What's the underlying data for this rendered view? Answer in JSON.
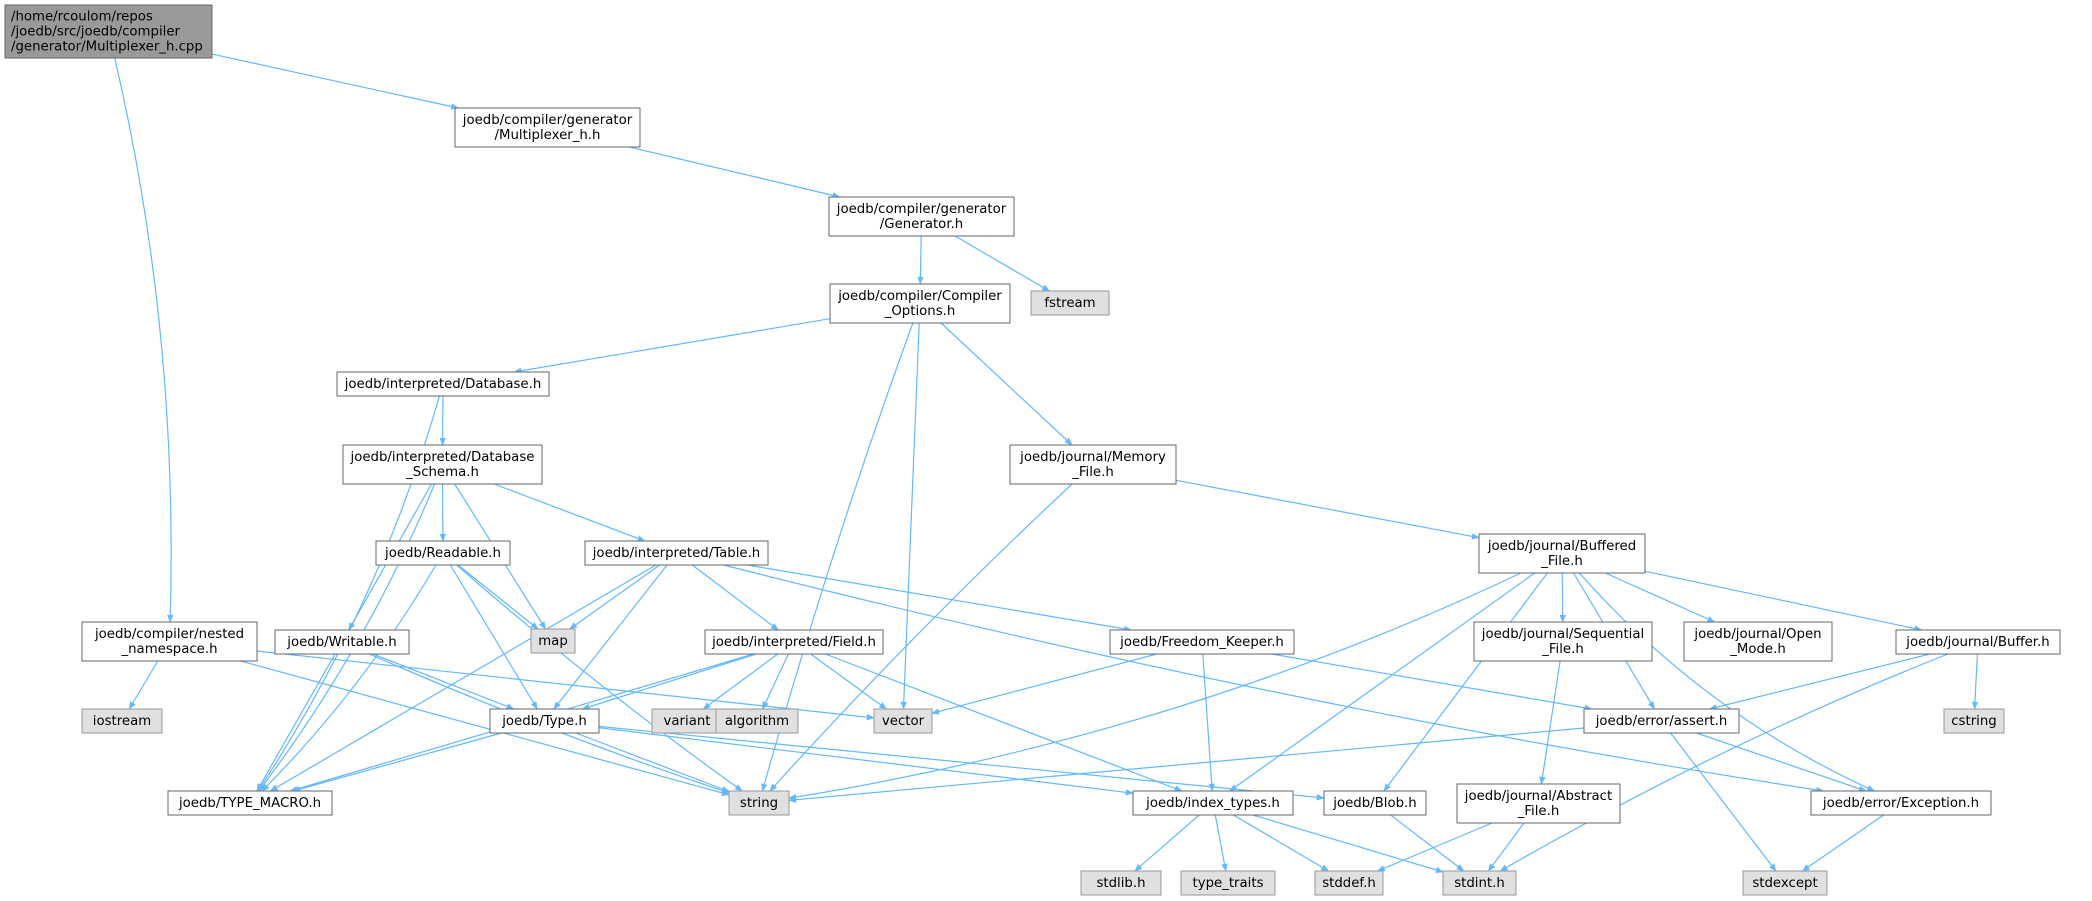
{
  "graph": {
    "colors": {
      "edge": "#63b8ff",
      "node_border": "#666666",
      "root_fill": "#999999",
      "system_fill": "#e0e0e0",
      "system_border": "#999999",
      "node_fill": "#ffffff"
    },
    "nodes": [
      {
        "id": "root",
        "kind": "root",
        "lines": [
          "/home/rcoulom/repos",
          "/joedb/src/joedb/compiler",
          "/generator/Multiplexer_h.cpp"
        ]
      },
      {
        "id": "mux_h",
        "kind": "file",
        "lines": [
          "joedb/compiler/generator",
          "/Multiplexer_h.h"
        ]
      },
      {
        "id": "generator_h",
        "kind": "file",
        "lines": [
          "joedb/compiler/generator",
          "/Generator.h"
        ]
      },
      {
        "id": "fstream",
        "kind": "system",
        "lines": [
          "fstream"
        ]
      },
      {
        "id": "compiler_options",
        "kind": "file",
        "lines": [
          "joedb/compiler/Compiler",
          "_Options.h"
        ]
      },
      {
        "id": "interp_database",
        "kind": "file",
        "lines": [
          "joedb/interpreted/Database.h"
        ]
      },
      {
        "id": "database_schema",
        "kind": "file",
        "lines": [
          "joedb/interpreted/Database",
          "_Schema.h"
        ]
      },
      {
        "id": "memory_file",
        "kind": "file",
        "lines": [
          "joedb/journal/Memory",
          "_File.h"
        ]
      },
      {
        "id": "readable",
        "kind": "file",
        "lines": [
          "joedb/Readable.h"
        ]
      },
      {
        "id": "interp_table",
        "kind": "file",
        "lines": [
          "joedb/interpreted/Table.h"
        ]
      },
      {
        "id": "buffered_file",
        "kind": "file",
        "lines": [
          "joedb/journal/Buffered",
          "_File.h"
        ]
      },
      {
        "id": "map",
        "kind": "system",
        "lines": [
          "map"
        ]
      },
      {
        "id": "nested_namespace",
        "kind": "file",
        "lines": [
          "joedb/compiler/nested",
          "_namespace.h"
        ]
      },
      {
        "id": "writable",
        "kind": "file",
        "lines": [
          "joedb/Writable.h"
        ]
      },
      {
        "id": "interp_field",
        "kind": "file",
        "lines": [
          "joedb/interpreted/Field.h"
        ]
      },
      {
        "id": "freedom_keeper",
        "kind": "file",
        "lines": [
          "joedb/Freedom_Keeper.h"
        ]
      },
      {
        "id": "sequential_file",
        "kind": "file",
        "lines": [
          "joedb/journal/Sequential",
          "_File.h"
        ]
      },
      {
        "id": "open_mode",
        "kind": "file",
        "lines": [
          "joedb/journal/Open",
          "_Mode.h"
        ]
      },
      {
        "id": "buffer_h",
        "kind": "file",
        "lines": [
          "joedb/journal/Buffer.h"
        ]
      },
      {
        "id": "iostream",
        "kind": "system",
        "lines": [
          "iostream"
        ]
      },
      {
        "id": "type_h",
        "kind": "file",
        "lines": [
          "joedb/Type.h"
        ]
      },
      {
        "id": "variant",
        "kind": "system",
        "lines": [
          "variant"
        ]
      },
      {
        "id": "algorithm",
        "kind": "system",
        "lines": [
          "algorithm"
        ]
      },
      {
        "id": "vector",
        "kind": "system",
        "lines": [
          "vector"
        ]
      },
      {
        "id": "assert_h",
        "kind": "file",
        "lines": [
          "joedb/error/assert.h"
        ]
      },
      {
        "id": "cstring",
        "kind": "system",
        "lines": [
          "cstring"
        ]
      },
      {
        "id": "type_macro",
        "kind": "file",
        "lines": [
          "joedb/TYPE_MACRO.h"
        ]
      },
      {
        "id": "string",
        "kind": "system",
        "lines": [
          "string"
        ]
      },
      {
        "id": "index_types",
        "kind": "file",
        "lines": [
          "joedb/index_types.h"
        ]
      },
      {
        "id": "blob_h",
        "kind": "file",
        "lines": [
          "joedb/Blob.h"
        ]
      },
      {
        "id": "abstract_file",
        "kind": "file",
        "lines": [
          "joedb/journal/Abstract",
          "_File.h"
        ]
      },
      {
        "id": "exception_h",
        "kind": "file",
        "lines": [
          "joedb/error/Exception.h"
        ]
      },
      {
        "id": "stdlib",
        "kind": "system",
        "lines": [
          "stdlib.h"
        ]
      },
      {
        "id": "type_traits",
        "kind": "system",
        "lines": [
          "type_traits"
        ]
      },
      {
        "id": "stddef",
        "kind": "system",
        "lines": [
          "stddef.h"
        ]
      },
      {
        "id": "stdint",
        "kind": "system",
        "lines": [
          "stdint.h"
        ]
      },
      {
        "id": "stdexcept",
        "kind": "system",
        "lines": [
          "stdexcept"
        ]
      }
    ],
    "edges": [
      [
        "root",
        "mux_h"
      ],
      [
        "root",
        "nested_namespace"
      ],
      [
        "mux_h",
        "generator_h"
      ],
      [
        "generator_h",
        "compiler_options"
      ],
      [
        "generator_h",
        "fstream"
      ],
      [
        "compiler_options",
        "interp_database"
      ],
      [
        "compiler_options",
        "memory_file"
      ],
      [
        "compiler_options",
        "vector"
      ],
      [
        "compiler_options",
        "string"
      ],
      [
        "interp_database",
        "database_schema"
      ],
      [
        "interp_database",
        "type_macro"
      ],
      [
        "database_schema",
        "readable"
      ],
      [
        "database_schema",
        "interp_table"
      ],
      [
        "database_schema",
        "writable"
      ],
      [
        "database_schema",
        "map"
      ],
      [
        "database_schema",
        "type_macro"
      ],
      [
        "memory_file",
        "buffered_file"
      ],
      [
        "memory_file",
        "string"
      ],
      [
        "readable",
        "map"
      ],
      [
        "readable",
        "type_h"
      ],
      [
        "readable",
        "string"
      ],
      [
        "readable",
        "type_macro"
      ],
      [
        "interp_table",
        "map"
      ],
      [
        "interp_table",
        "interp_field"
      ],
      [
        "interp_table",
        "freedom_keeper"
      ],
      [
        "interp_table",
        "type_h"
      ],
      [
        "interp_table",
        "type_macro"
      ],
      [
        "interp_table",
        "exception_h"
      ],
      [
        "buffered_file",
        "sequential_file"
      ],
      [
        "buffered_file",
        "open_mode"
      ],
      [
        "buffered_file",
        "buffer_h"
      ],
      [
        "buffered_file",
        "assert_h"
      ],
      [
        "buffered_file",
        "index_types"
      ],
      [
        "buffered_file",
        "blob_h"
      ],
      [
        "buffered_file",
        "string"
      ],
      [
        "buffered_file",
        "exception_h"
      ],
      [
        "nested_namespace",
        "iostream"
      ],
      [
        "nested_namespace",
        "vector"
      ],
      [
        "nested_namespace",
        "string"
      ],
      [
        "writable",
        "type_h"
      ],
      [
        "writable",
        "type_macro"
      ],
      [
        "writable",
        "string"
      ],
      [
        "interp_field",
        "type_h"
      ],
      [
        "interp_field",
        "variant"
      ],
      [
        "interp_field",
        "algorithm"
      ],
      [
        "interp_field",
        "vector"
      ],
      [
        "interp_field",
        "index_types"
      ],
      [
        "interp_field",
        "type_macro"
      ],
      [
        "freedom_keeper",
        "vector"
      ],
      [
        "freedom_keeper",
        "index_types"
      ],
      [
        "freedom_keeper",
        "assert_h"
      ],
      [
        "sequential_file",
        "abstract_file"
      ],
      [
        "buffer_h",
        "assert_h"
      ],
      [
        "buffer_h",
        "cstring"
      ],
      [
        "buffer_h",
        "stdint"
      ],
      [
        "type_h",
        "string"
      ],
      [
        "type_h",
        "type_macro"
      ],
      [
        "type_h",
        "index_types"
      ],
      [
        "type_h",
        "blob_h"
      ],
      [
        "assert_h",
        "string"
      ],
      [
        "assert_h",
        "exception_h"
      ],
      [
        "assert_h",
        "stdexcept"
      ],
      [
        "index_types",
        "stdlib"
      ],
      [
        "index_types",
        "type_traits"
      ],
      [
        "index_types",
        "stddef"
      ],
      [
        "index_types",
        "stdint"
      ],
      [
        "blob_h",
        "stdint"
      ],
      [
        "abstract_file",
        "stddef"
      ],
      [
        "abstract_file",
        "stdint"
      ],
      [
        "exception_h",
        "stdexcept"
      ]
    ]
  }
}
